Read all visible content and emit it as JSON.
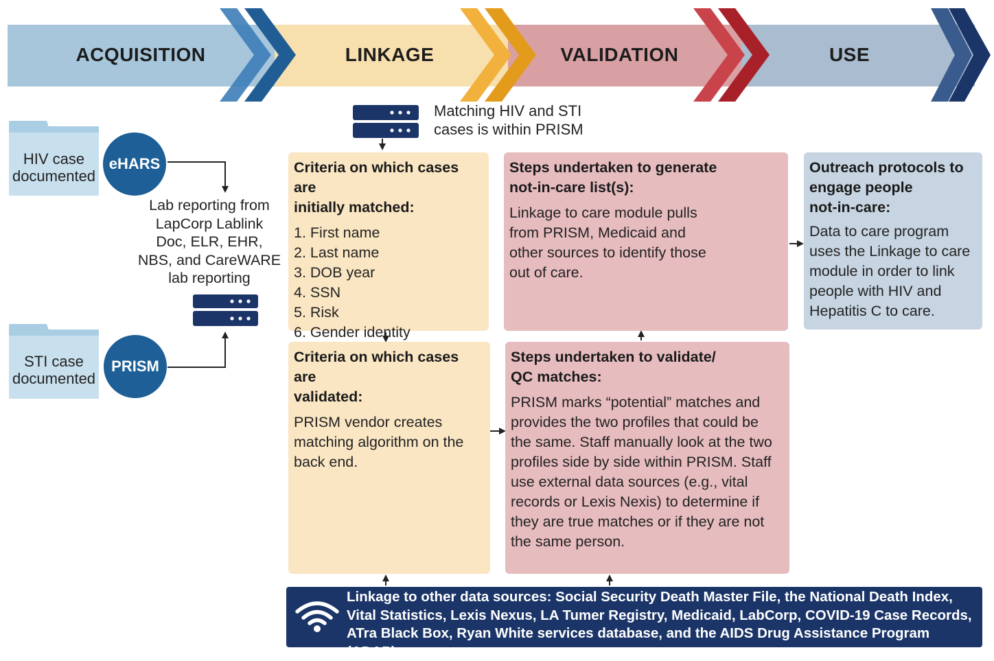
{
  "stages": [
    {
      "label": "ACQUISITION",
      "color": "#a7c6dc",
      "chevron_light": "#3d7db8",
      "chevron_dark": "#1f5d94"
    },
    {
      "label": "LINKAGE",
      "color": "#f8dfae",
      "chevron_light": "#f1b13c",
      "chevron_dark": "#e39b1c"
    },
    {
      "label": "VALIDATION",
      "color": "#d9a0a3",
      "chevron_light": "#c8434a",
      "chevron_dark": "#a82129"
    },
    {
      "label": "USE",
      "color": "#aabccf",
      "chevron_light": "#3a5b8d",
      "chevron_dark": "#1b3568"
    }
  ],
  "acquisition": {
    "hiv_folder": [
      "HIV case",
      "documented"
    ],
    "sti_folder": [
      "STI case",
      "documented"
    ],
    "ehars": "eHARS",
    "prism": "PRISM",
    "lab_reporting": [
      "Lab reporting from",
      "LapCorp Lablink",
      "Doc, ELR, EHR,",
      "NBS, and CareWARE",
      "lab reporting"
    ]
  },
  "linkage": {
    "note": [
      "Matching HIV and STI",
      "cases is within PRISM"
    ],
    "matched": {
      "title": [
        "Criteria on which cases are",
        "initially matched:"
      ],
      "items": [
        "1. First name",
        "2. Last name",
        "3. DOB year",
        "4. SSN",
        "5. Risk",
        "6. Gender identity"
      ]
    },
    "validated": {
      "title": [
        "Criteria on which cases are",
        "validated:"
      ],
      "body": [
        "PRISM vendor creates",
        "matching algorithm on the",
        "back end."
      ]
    }
  },
  "validation": {
    "generate": {
      "title": [
        "Steps undertaken to generate",
        "not-in-care list(s):"
      ],
      "body": [
        "Linkage to care module pulls",
        "from PRISM, Medicaid and",
        "other sources to identify those",
        "out of care."
      ]
    },
    "qc": {
      "title": [
        "Steps undertaken to validate/",
        "QC matches:"
      ],
      "body": [
        "PRISM marks “potential” matches and",
        "provides the two profiles that could be",
        "the same. Staff manually look at the two",
        "profiles side by side within PRISM. Staff",
        "use external data sources (e.g., vital",
        "records or Lexis Nexis) to determine if",
        "they are true matches or if they are not",
        "the same person."
      ]
    }
  },
  "use": {
    "title": [
      "Outreach protocols to",
      "engage people",
      "not-in-care:"
    ],
    "body": [
      "Data to care program",
      "uses the Linkage to care",
      "module in order to link",
      "people with HIV and",
      "Hepatitis C to care."
    ]
  },
  "bottom": {
    "lines": [
      "Linkage to other data sources: Social Security Death Master File, the National Death Index,",
      "Vital Statistics, Lexis Nexus, LA Tumer Registry, Medicaid, LabCorp, COVID-19 Case Records,",
      "ATra Black Box, Ryan White services database, and the AIDS Drug Assistance Program (ADAP)"
    ]
  },
  "colors": {
    "circle": "#1d5f96",
    "server": "#1b3568",
    "folder_back": "#a9cde3",
    "folder_front": "#c8e0ee",
    "yellow_box": "#fae6c3",
    "pink_box": "#e7bcbf",
    "gray_box": "#c7d4e1",
    "bottom_bar": "#1b3568"
  },
  "icons": [
    "server-icon",
    "folder-icon",
    "wifi-icon",
    "arrow-icon"
  ]
}
